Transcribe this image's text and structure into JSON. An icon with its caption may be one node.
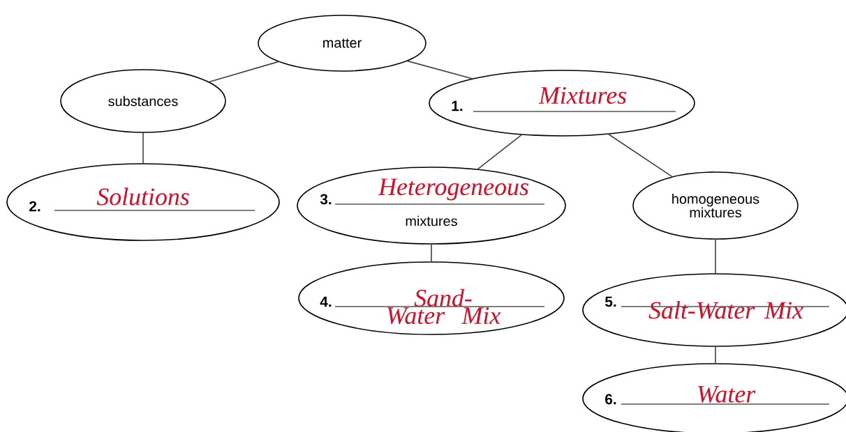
{
  "diagram": {
    "nodes": [
      {
        "text": [
          "matter"
        ]
      },
      {
        "text": [
          "substances"
        ]
      },
      {
        "text": [
          "1.",
          "Mixtures"
        ]
      },
      {
        "text": [
          "2.",
          "Solutions"
        ]
      },
      {
        "text": [
          "3.",
          "Heterogeneous",
          "mixtures"
        ]
      },
      {
        "text": [
          "homogeneous mixtures"
        ]
      },
      {
        "text": [
          "4.",
          "Sand-Water Mix"
        ]
      },
      {
        "text": [
          "5.",
          "Salt-Water Mix"
        ]
      },
      {
        "text": [
          "6.",
          "Water"
        ]
      }
    ],
    "edges": [
      {
        "from": 0,
        "to": 1,
        "arrow": "none"
      },
      {
        "from": 0,
        "to": 2,
        "arrow": "none"
      },
      {
        "from": 1,
        "to": 3,
        "arrow": "none"
      },
      {
        "from": 2,
        "to": 4,
        "arrow": "none"
      },
      {
        "from": 2,
        "to": 5,
        "arrow": "none"
      },
      {
        "from": 4,
        "to": 6,
        "arrow": "none"
      },
      {
        "from": 5,
        "to": 7,
        "arrow": "none"
      },
      {
        "from": 7,
        "to": 8,
        "arrow": "none"
      }
    ]
  }
}
